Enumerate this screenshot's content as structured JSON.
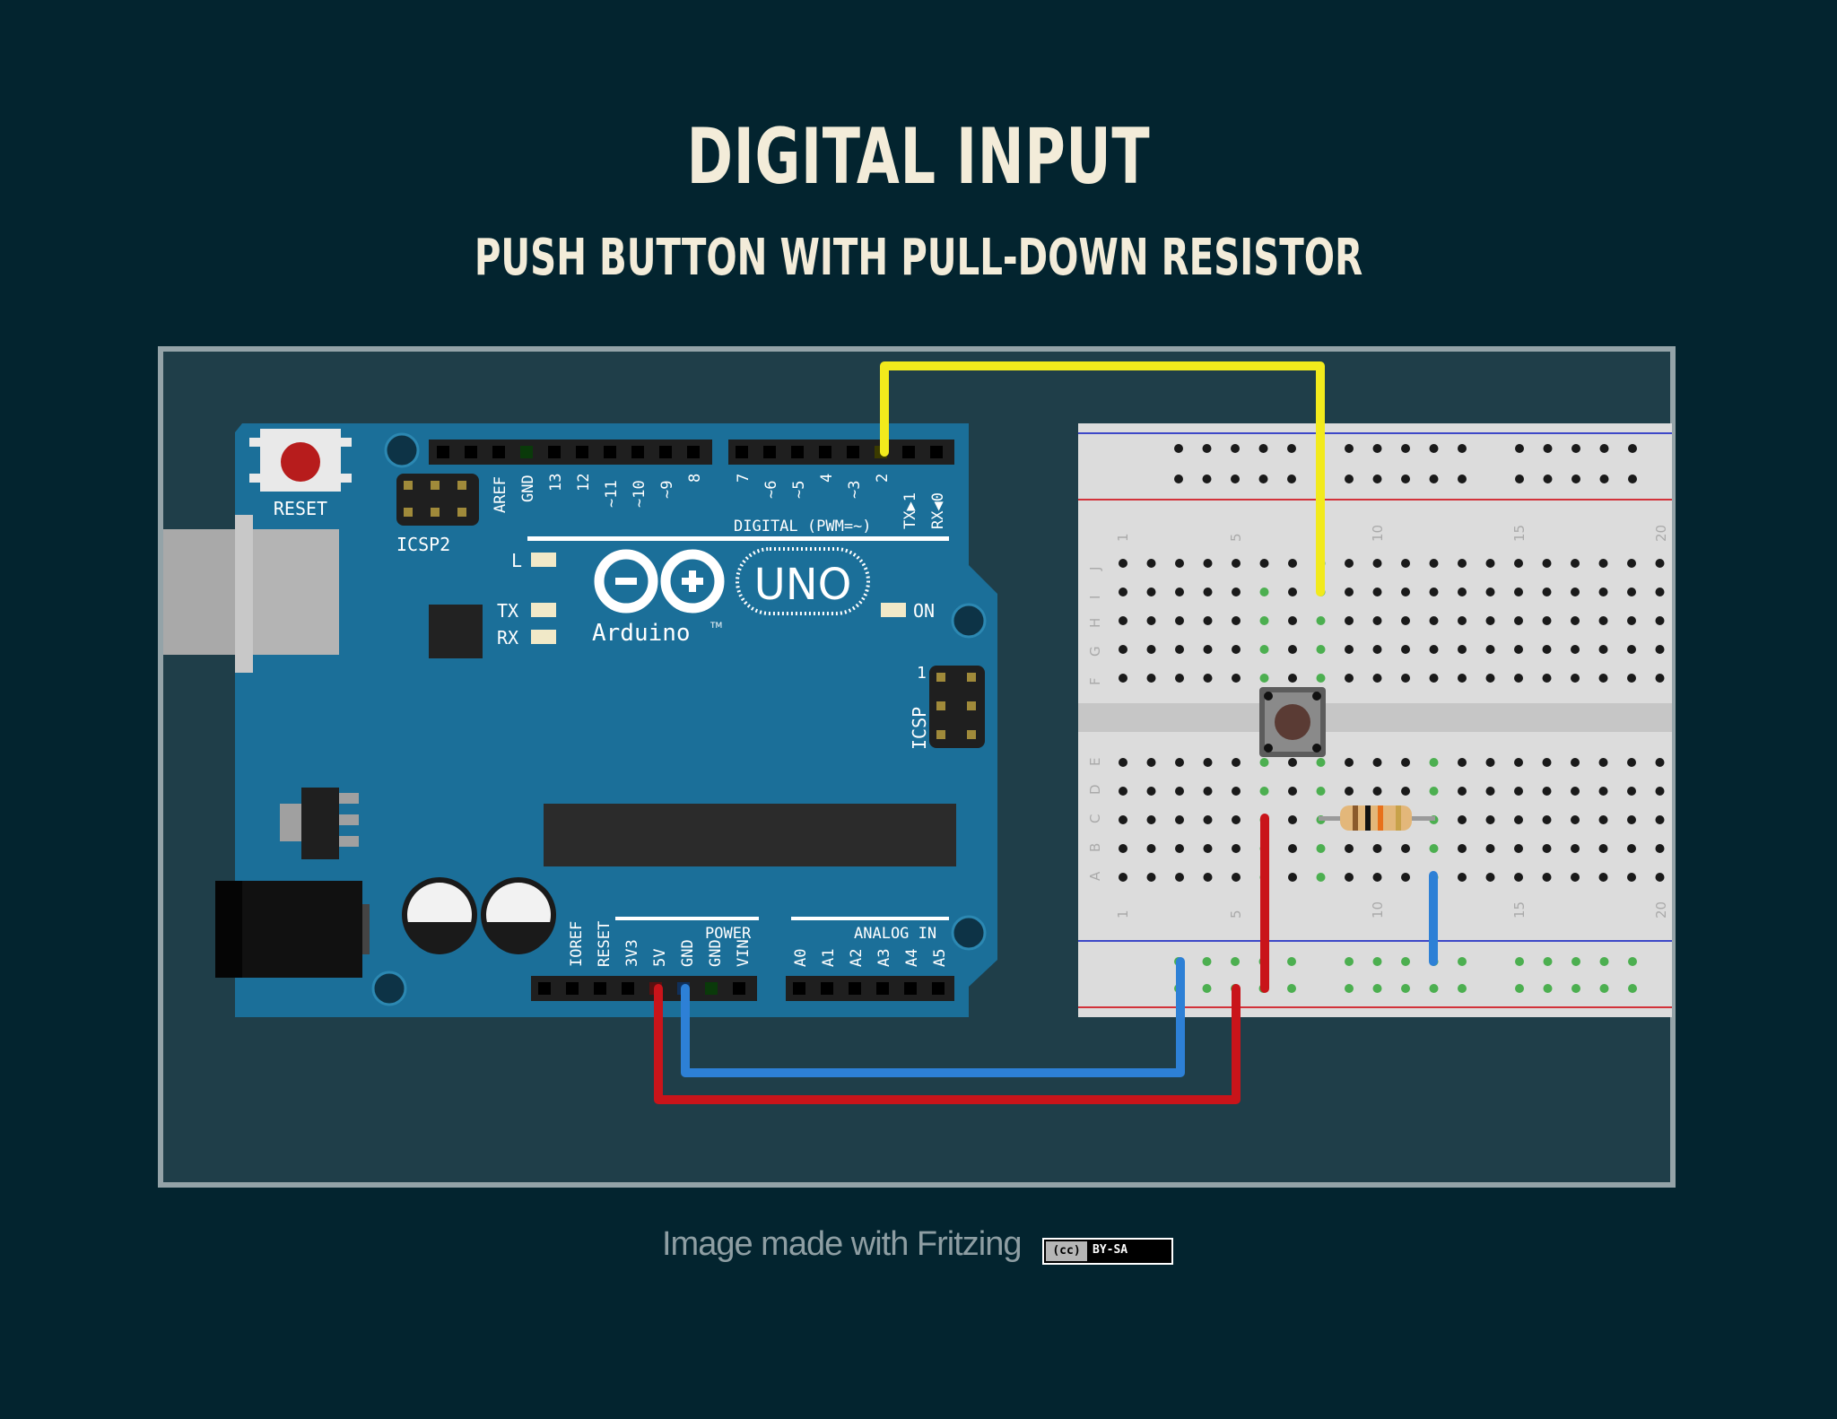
{
  "header": {
    "title": "DIGITAL INPUT",
    "subtitle": "PUSH BUTTON WITH PULL-DOWN RESISTOR"
  },
  "board": {
    "reset_label": "RESET",
    "icsp2_label": "ICSP2",
    "icsp_label": "ICSP",
    "icsp_pin1": "1",
    "led_l": "L",
    "led_tx": "TX",
    "led_rx": "RX",
    "led_on": "ON",
    "logo_uno": "UNO",
    "logo_brand": "Arduino",
    "logo_tm": "TM",
    "digital_label": "DIGITAL (PWM=~)",
    "power_label": "POWER",
    "analog_label": "ANALOG IN",
    "digital_pins_left": [
      "AREF",
      "GND",
      "13",
      "12",
      "~11",
      "~10",
      "~9",
      "8"
    ],
    "digital_pins_right": [
      "7",
      "~6",
      "~5",
      "4",
      "~3",
      "2",
      "TX▶1",
      "RX◀0"
    ],
    "power_pins": [
      "IOREF",
      "RESET",
      "3V3",
      "5V",
      "GND",
      "GND",
      "VIN"
    ],
    "analog_pins": [
      "A0",
      "A1",
      "A2",
      "A3",
      "A4",
      "A5"
    ]
  },
  "breadboard": {
    "rows_top": [
      "J",
      "I",
      "H",
      "G",
      "F"
    ],
    "rows_bottom": [
      "E",
      "D",
      "C",
      "B",
      "A"
    ],
    "col_numbers": [
      "1",
      "5",
      "10",
      "15",
      "20"
    ]
  },
  "wires": {
    "signal_color": "#f2ea1c",
    "power_color": "#c9141a",
    "ground_color": "#2d80d6"
  },
  "footer": {
    "credit": "Image made with Fritzing",
    "license_cc": "(cc)",
    "license": "BY-SA"
  }
}
